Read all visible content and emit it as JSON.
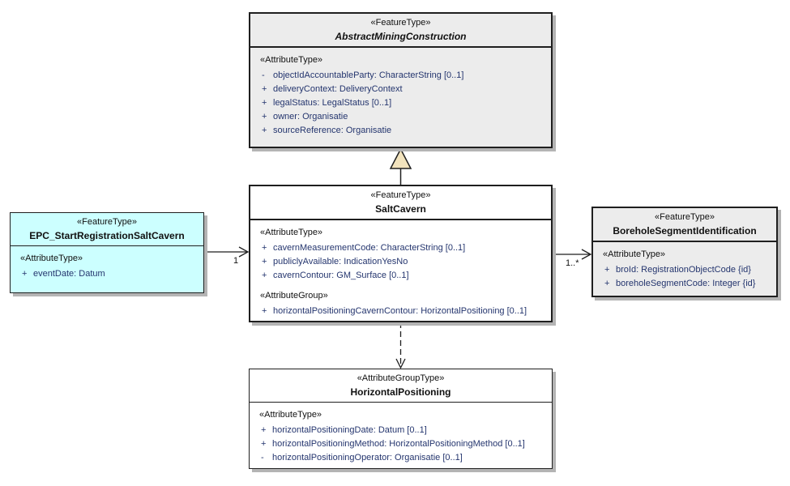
{
  "colors": {
    "box_border": "#1f1f1f",
    "abstract_fill": "#ececec",
    "saltcavern_fill": "#ffffff",
    "epc_fill": "#ccffff",
    "borehole_fill": "#ececec",
    "horizontal_fill": "#ffffff",
    "attribute_text": "#24356e",
    "shadow": "#b4b4b4",
    "generalization_triangle_fill": "#f2e3bd"
  },
  "classes": {
    "abstract_mining": {
      "stereotype": "«FeatureType»",
      "name": "AbstractMiningConstruction",
      "attr_heading": "«AttributeType»",
      "attributes": [
        {
          "vis": "-",
          "text": "objectIdAccountableParty: CharacterString [0..1]"
        },
        {
          "vis": "+",
          "text": "deliveryContext: DeliveryContext"
        },
        {
          "vis": "+",
          "text": "legalStatus: LegalStatus [0..1]"
        },
        {
          "vis": "+",
          "text": "owner: Organisatie"
        },
        {
          "vis": "+",
          "text": "sourceReference: Organisatie"
        }
      ]
    },
    "salt_cavern": {
      "stereotype": "«FeatureType»",
      "name": "SaltCavern",
      "attr_heading": "«AttributeType»",
      "attributes": [
        {
          "vis": "+",
          "text": "cavernMeasurementCode: CharacterString [0..1]"
        },
        {
          "vis": "+",
          "text": "publiclyAvailable: IndicationYesNo"
        },
        {
          "vis": "+",
          "text": "cavernContour: GM_Surface [0..1]"
        }
      ],
      "group_heading": "«AttributeGroup»",
      "group_attributes": [
        {
          "vis": "+",
          "text": "horizontalPositioningCavernContour: HorizontalPositioning [0..1]"
        }
      ]
    },
    "epc": {
      "stereotype": "«FeatureType»",
      "name": "EPC_StartRegistrationSaltCavern",
      "attr_heading": "«AttributeType»",
      "attributes": [
        {
          "vis": "+",
          "text": "eventDate: Datum"
        }
      ]
    },
    "borehole": {
      "stereotype": "«FeatureType»",
      "name": "BoreholeSegmentIdentification",
      "attr_heading": "«AttributeType»",
      "attributes": [
        {
          "vis": "+",
          "text": "broId: RegistrationObjectCode {id}"
        },
        {
          "vis": "+",
          "text": "boreholeSegmentCode: Integer {id}"
        }
      ]
    },
    "horizontal": {
      "stereotype": "«AttributeGroupType»",
      "name": "HorizontalPositioning",
      "attr_heading": "«AttributeType»",
      "attributes": [
        {
          "vis": "+",
          "text": "horizontalPositioningDate: Datum [0..1]"
        },
        {
          "vis": "+",
          "text": "horizontalPositioningMethod: HorizontalPositioningMethod [0..1]"
        },
        {
          "vis": "-",
          "text": "horizontalPositioningOperator: Organisatie [0..1]"
        }
      ]
    }
  },
  "connectors": {
    "epc_to_saltcavern": {
      "type": "association",
      "multiplicity": "1"
    },
    "saltcavern_to_borehole": {
      "type": "association",
      "multiplicity": "1..*"
    },
    "saltcavern_to_abstract": {
      "type": "generalization"
    },
    "saltcavern_to_horizontal": {
      "type": "dependency-dashed"
    }
  }
}
